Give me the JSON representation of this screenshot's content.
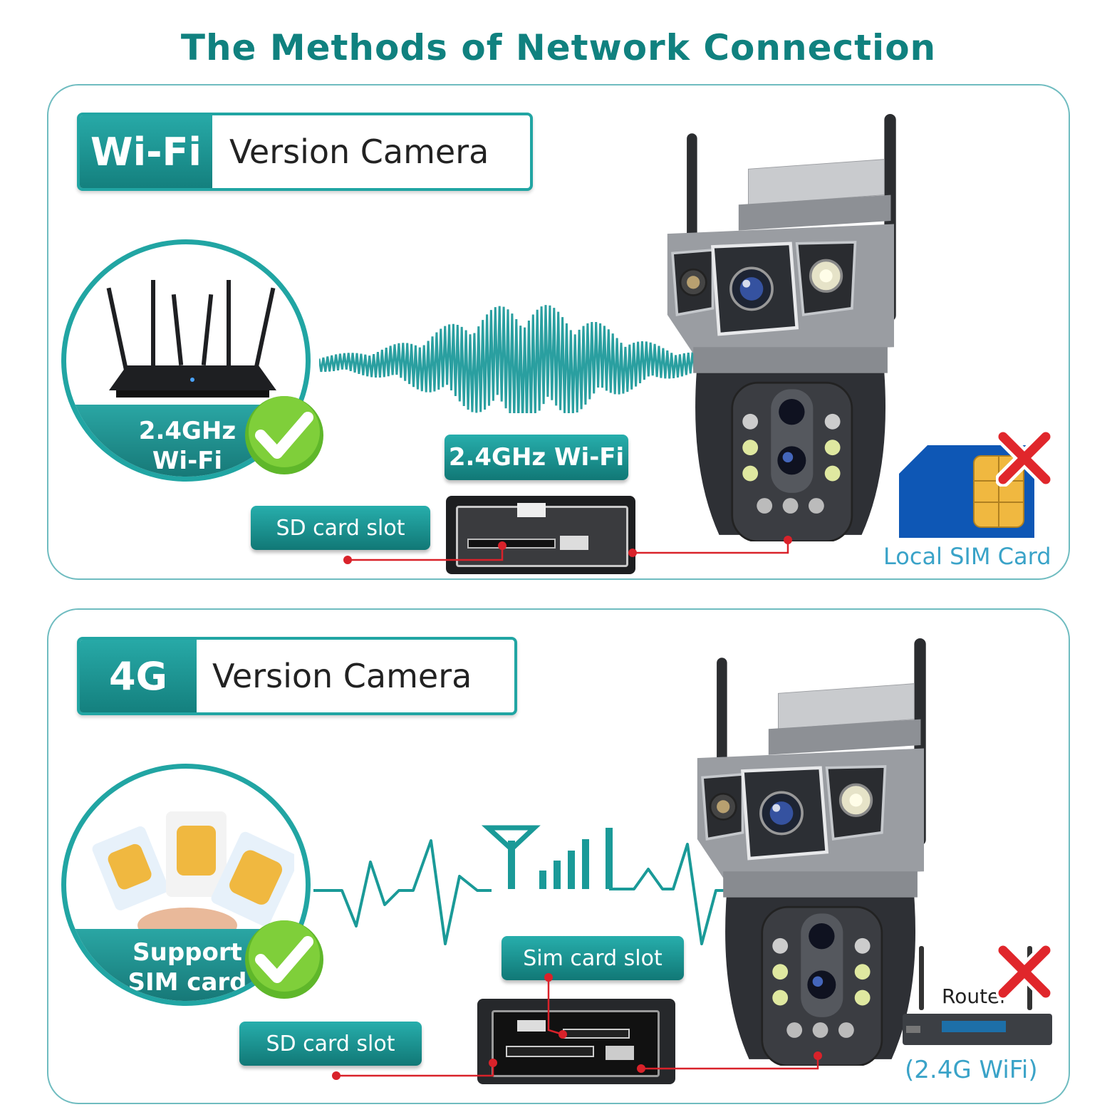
{
  "title": "The Methods of Network Connection",
  "wifi_panel": {
    "tag": "Wi-Fi",
    "version_label": "Version Camera",
    "circle_label_line1": "2.4GHz",
    "circle_label_line2": "Wi-Fi",
    "wifi_pill": "2.4GHz Wi-Fi",
    "sd_pill": "SD card slot",
    "sim_note": "Local SIM Card"
  },
  "g4_panel": {
    "tag": "4G",
    "version_label": "Version Camera",
    "circle_label_line1": "Support",
    "circle_label_line2": "SIM card",
    "sim_pill": "Sim card slot",
    "sd_pill": "SD card slot",
    "router_label": "Router",
    "router_note": "(2.4G WiFi)"
  },
  "colors": {
    "teal": "#21a5a3",
    "teal_dark": "#10817f",
    "check_green": "#6cc02a",
    "cross_red": "#e0262b",
    "connector_red": "#d9222a"
  }
}
